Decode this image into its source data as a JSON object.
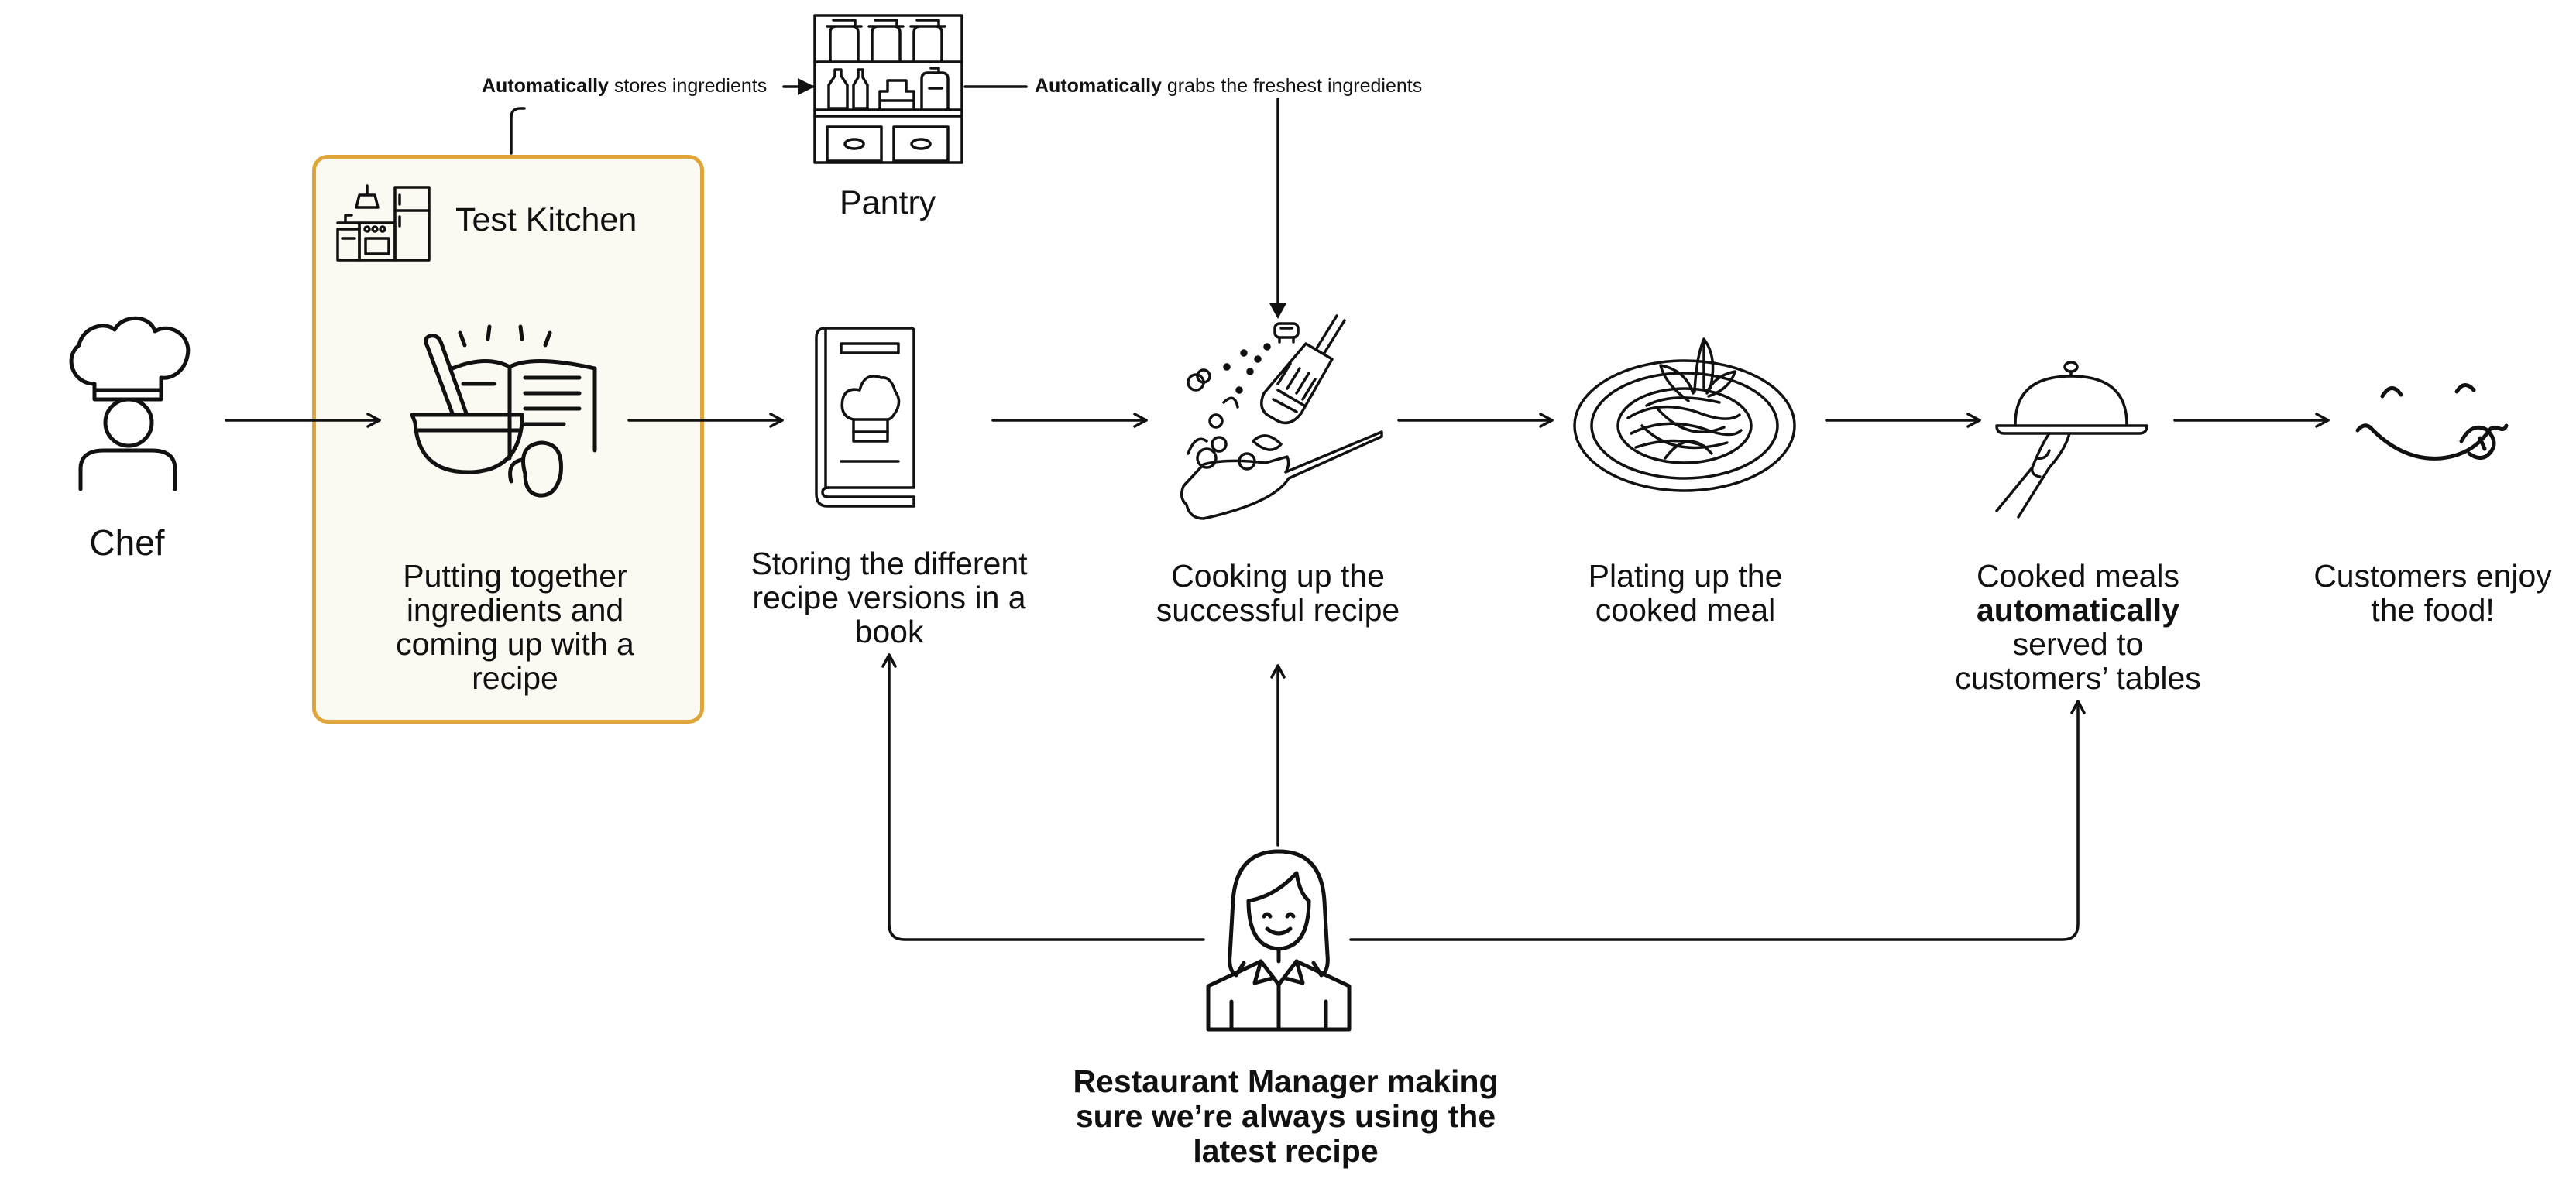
{
  "nodes": {
    "chef": {
      "label": "Chef"
    },
    "test_kitchen": {
      "title": "Test Kitchen",
      "caption": "Putting together ingredients and coming up with a recipe"
    },
    "pantry": {
      "label": "Pantry"
    },
    "recipe_book": {
      "caption": "Storing the different recipe versions in a book"
    },
    "cooking": {
      "caption": "Cooking up the successful recipe"
    },
    "plating": {
      "caption": "Plating up the cooked meal"
    },
    "serving": {
      "caption_pre": "Cooked meals",
      "caption_bold": "automatically",
      "caption_post": "served to customers’ tables"
    },
    "customers": {
      "caption": "Customers enjoy the food!"
    },
    "manager": {
      "caption": "Restaurant Manager making sure we’re always using the latest recipe"
    }
  },
  "annotations": {
    "store": {
      "bold": "Automatically",
      "rest": " stores ingredients"
    },
    "grab": {
      "bold": "Automatically",
      "rest": " grabs the freshest ingredients"
    }
  },
  "icons": [
    "chef-hat-icon",
    "kitchen-icon",
    "mixing-bowl-icon",
    "pantry-shelf-icon",
    "recipe-book-icon",
    "frying-pan-icon",
    "spaghetti-plate-icon",
    "cloche-icon",
    "smiley-face-icon",
    "manager-person-icon"
  ],
  "colors": {
    "highlight_border": "#dfa43a",
    "highlight_fill": "#fcf9f3",
    "ink": "#111111"
  }
}
